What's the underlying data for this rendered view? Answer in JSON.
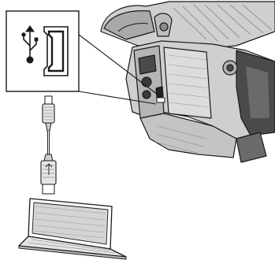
{
  "figure": {
    "kind": "usb-connection-illustration",
    "colors": {
      "line": "#1a1a1a",
      "camera_body": "#cfcfcf",
      "camera_shade": "#a9a9a9",
      "camera_dark": "#4a4a4a",
      "screen": "#d4d4d4",
      "paper": "#ffffff"
    },
    "parts": [
      {
        "id": "usb-port-callout",
        "icon": "usb-trident-icon"
      },
      {
        "id": "camcorder",
        "icon": "camcorder-icon"
      },
      {
        "id": "usb-cable",
        "icon": "usb-cable-icon"
      },
      {
        "id": "laptop",
        "icon": "laptop-icon"
      }
    ]
  }
}
